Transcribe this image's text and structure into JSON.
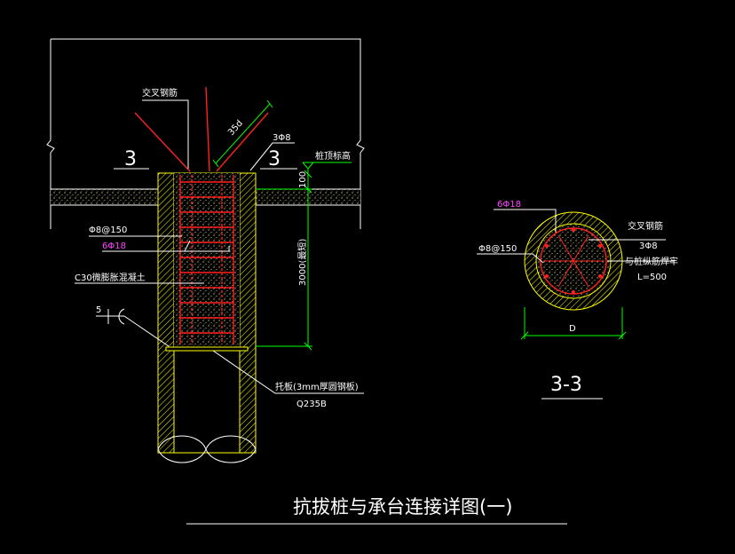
{
  "colors": {
    "background": "#000000",
    "line": "#ffffff",
    "rebar": "#ff2020",
    "concrete_hatch": "#ffffa0",
    "casing": "#ffff00",
    "dimension": "#00ff00",
    "magenta_text": "#ff44ff"
  },
  "elevation": {
    "section_mark_left": "3",
    "section_mark_right": "3",
    "cross_bar_label": "交叉钢筋",
    "anchor_length": "35d",
    "stirrup_top_label": "3Φ8",
    "elevation_label": "桩顶标高",
    "dim_top": "100",
    "dim_main": "3000(最短)",
    "stirrup_label": "Φ8@150",
    "rebar_label": "6Φ18",
    "concrete_label": "C30微膨胀混凝土",
    "tag_number": "5",
    "plate_label": "托板(3mm厚圆钢板)",
    "plate_grade": "Q235B"
  },
  "section": {
    "rebar_label": "6Φ18",
    "stirrup_label": "Φ8@150",
    "cross_bar_label": "交叉钢筋",
    "cross_bar_qty": "3Φ8",
    "weld_label": "与桩纵筋焊牢",
    "weld_length": "L=500",
    "diameter_label": "D",
    "section_title": "3-3"
  },
  "drawing_title": "抗拔桩与承台连接详图(一)"
}
